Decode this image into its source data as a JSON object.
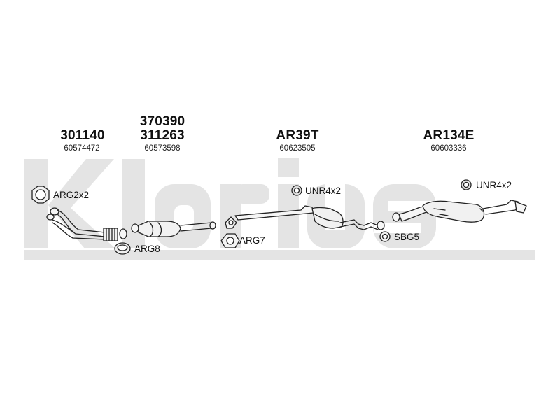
{
  "watermark": {
    "text": "Klarius"
  },
  "groups": [
    {
      "part_numbers": [
        "301140"
      ],
      "oem": "60574472"
    },
    {
      "part_numbers": [
        "370390",
        "311263"
      ],
      "oem": "60573598"
    },
    {
      "part_numbers": [
        "AR39T"
      ],
      "oem": "60623505"
    },
    {
      "part_numbers": [
        "AR134E"
      ],
      "oem": "60603336"
    }
  ],
  "accessories": [
    {
      "label": "ARG2x2",
      "icon": "clamp-gasket-icon"
    },
    {
      "label": "ARG8",
      "icon": "ring-gasket-icon"
    },
    {
      "label": "ARG7",
      "icon": "triangle-gasket-icon"
    },
    {
      "label": "UNR4x2",
      "icon": "rubber-mount-icon"
    },
    {
      "label": "SBG5",
      "icon": "ring-gasket-icon"
    },
    {
      "label": "UNR4x2",
      "icon": "rubber-mount-icon"
    }
  ],
  "colors": {
    "watermark": "#e3e3e3",
    "line": "#222222",
    "text": "#111111"
  }
}
